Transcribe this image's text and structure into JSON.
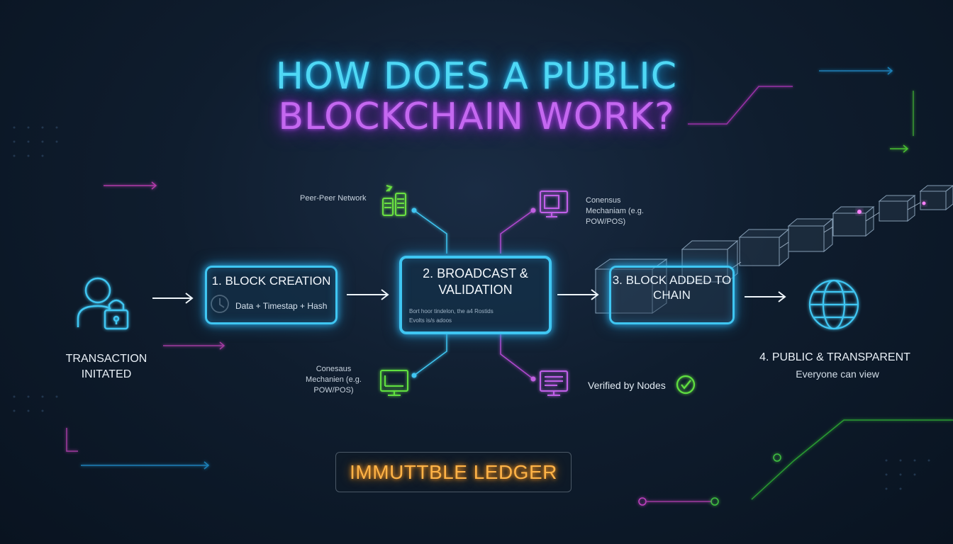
{
  "title": {
    "line1": "HOW DOES A PUBLIC",
    "line2": "BLOCKCHAIN WORK?"
  },
  "steps": {
    "transaction": "TRANSACTION INITATED",
    "creation": {
      "title": "1. BLOCK CREATION",
      "subtitle": "Data + Timestap + Hash"
    },
    "broadcast": {
      "title": "2. BROADCAST & VALIDATION",
      "note_line1": "Bort hoor tindelon, the a4 Rostids",
      "note_line2": "Evolts is/s adoos"
    },
    "added": {
      "title": "3. BLOCK ADDED TO CHAIN"
    },
    "public": {
      "title": "4. PUBLIC & TRANSPARENT",
      "subtitle": "Everyone can view"
    }
  },
  "satellites": {
    "p2p": "Peer-Peer Network",
    "consensus_top": "Conensus Mechaniam (e.g. POW/POS)",
    "consensus_bottom": "Conesaus Mechanien (e.g. POW/POS)",
    "verified": "Verified by Nodes"
  },
  "ledger": "IMMUTTBLE LEDGER",
  "icons": {
    "user": "user-lock-icon",
    "clock": "clock-icon",
    "servers": "server-network-icon",
    "monitor_top": "monitor-icon",
    "monitor_bottom_left": "monitor-icon",
    "monitor_bottom_right": "monitor-icon",
    "check": "checkmark-circle-icon",
    "globe": "globe-icon"
  },
  "colors": {
    "cyan": "#3fc6f2",
    "purple": "#c468f0",
    "green": "#5fe040",
    "orange": "#ffb347",
    "magenta": "#c040c0"
  }
}
